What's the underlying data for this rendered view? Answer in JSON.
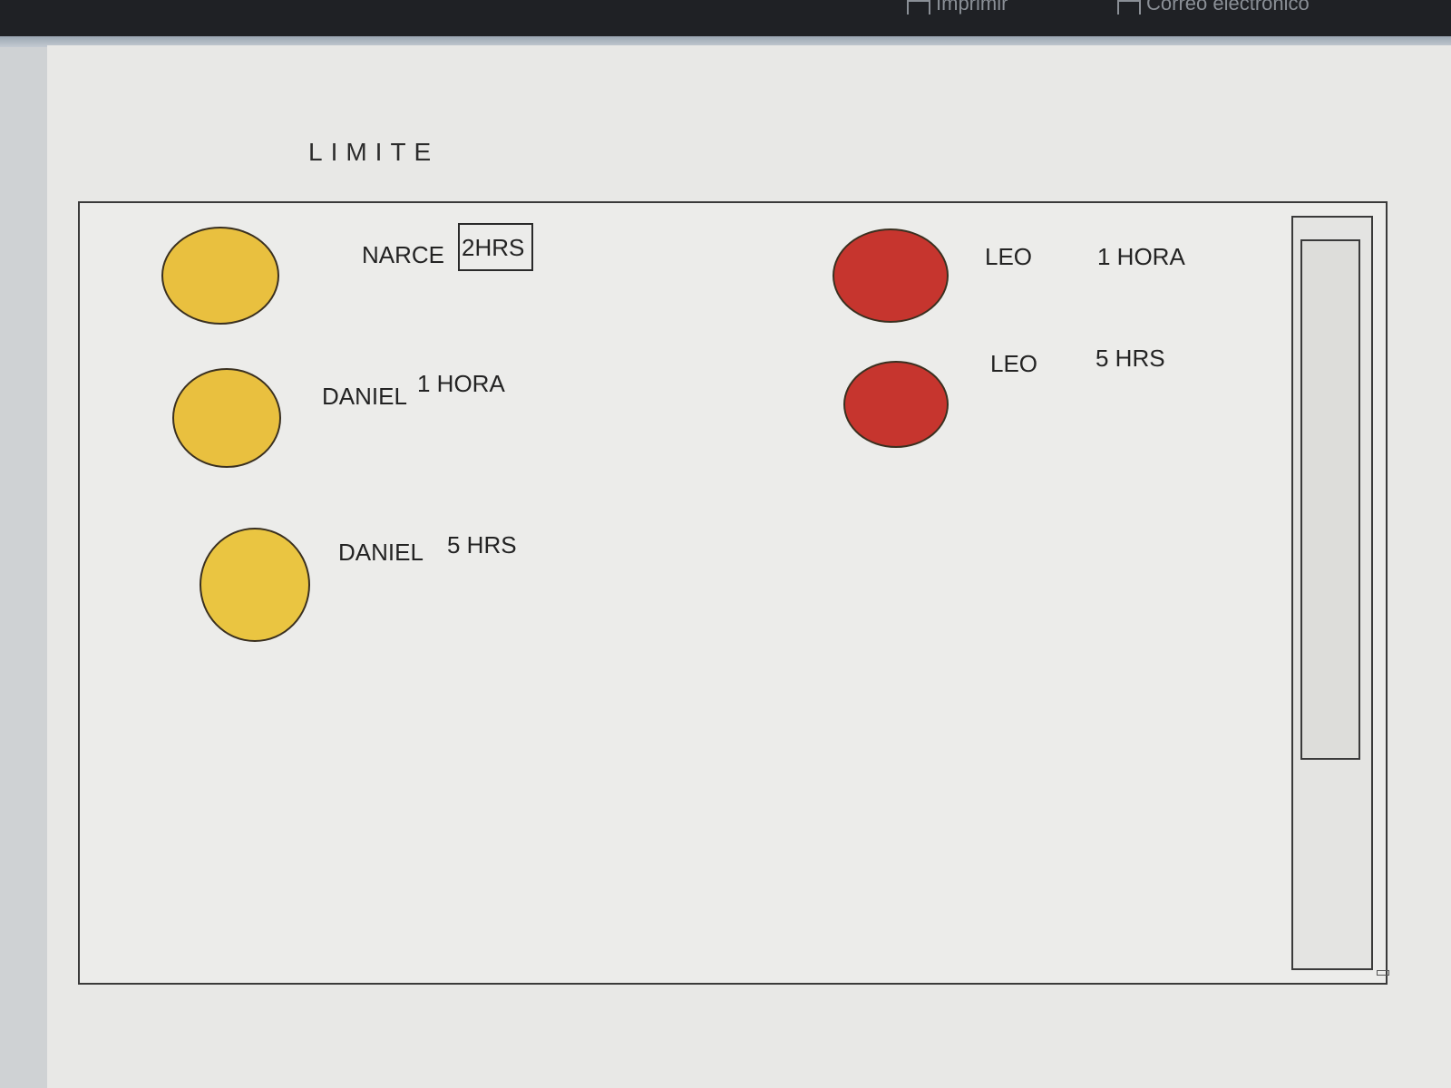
{
  "title": "LIMITE",
  "topbar": {
    "items": [
      {
        "label": "Imprimir",
        "icon": "printer-icon"
      },
      {
        "label": "Correo electrónico",
        "icon": "mail-icon"
      }
    ]
  },
  "entries": [
    {
      "name": "NARCE",
      "duration": "2HRS",
      "color": "#e9c03f",
      "duration_boxed": true
    },
    {
      "name": "DANIEL",
      "duration": "1 HORA",
      "color": "#e9c03f",
      "duration_boxed": false
    },
    {
      "name": "DANIEL",
      "duration": "5 HRS",
      "color": "#eac541",
      "duration_boxed": false
    },
    {
      "name": "LEO",
      "duration": "1 HORA",
      "color": "#c6352e",
      "duration_boxed": false
    },
    {
      "name": "LEO",
      "duration": "5 HRS",
      "color": "#c6352e",
      "duration_boxed": false
    }
  ]
}
